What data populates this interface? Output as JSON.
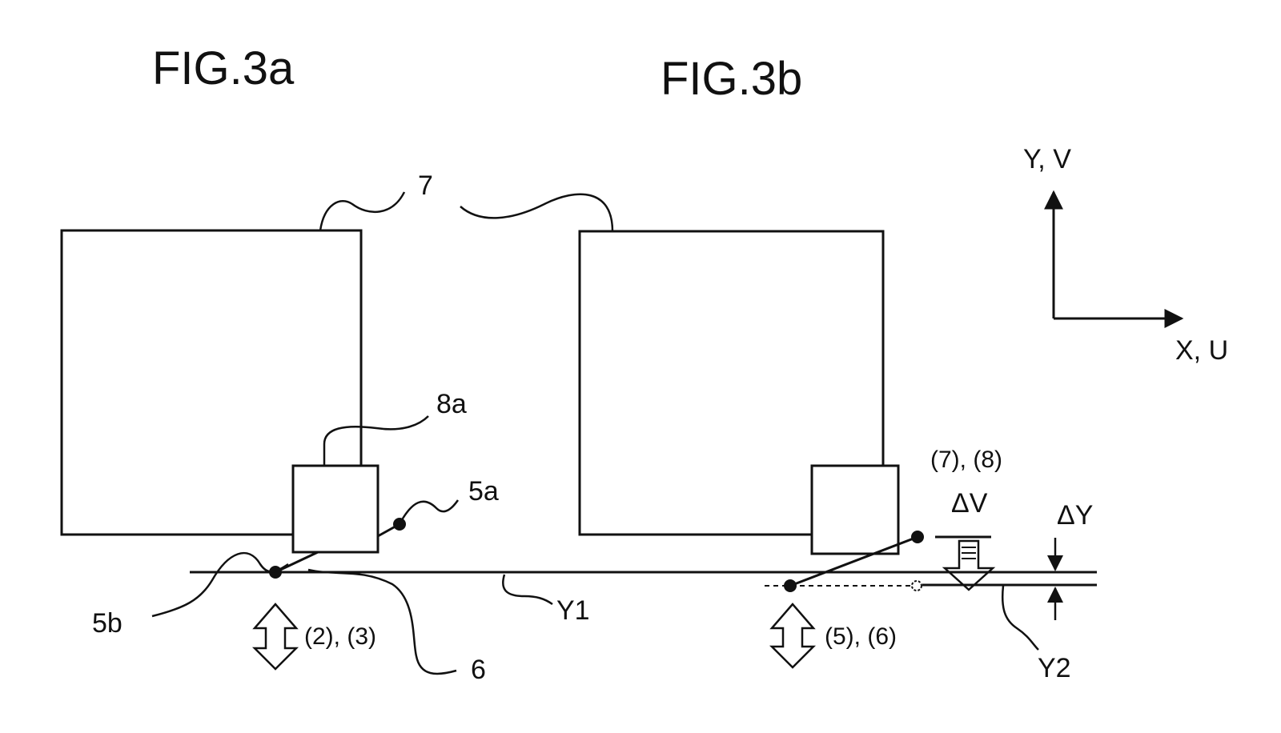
{
  "figures": {
    "a": {
      "title": "FIG.3a"
    },
    "b": {
      "title": "FIG.3b"
    }
  },
  "labels": {
    "ref_7": "7",
    "ref_8a": "8a",
    "ref_5a": "5a",
    "ref_5b": "5b",
    "ref_6": "6",
    "line_y1": "Y1",
    "line_y2": "Y2",
    "motion_a": "(2), (3)",
    "motion_b": "(5), (6)",
    "correction_eq": "(7), (8)",
    "delta_v": "ΔV",
    "delta_y": "ΔY"
  },
  "axes": {
    "y_label": "Y, V",
    "x_label": "X, U"
  }
}
